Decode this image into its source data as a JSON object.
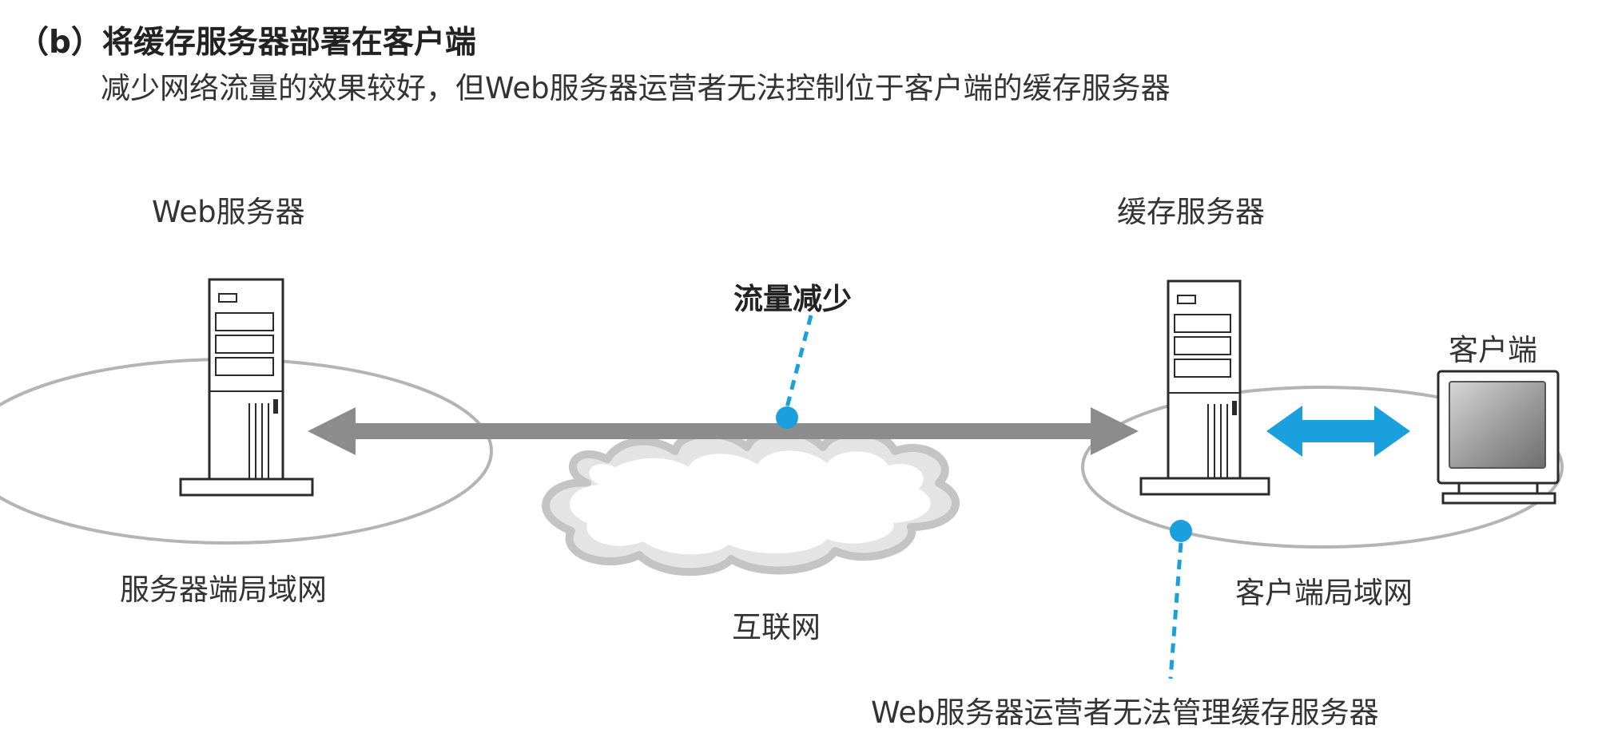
{
  "heading": "（b）将缓存服务器部署在客户端",
  "subheading": "减少网络流量的效果较好，但Web服务器运营者无法控制位于客户端的缓存服务器",
  "labels": {
    "web_server": "Web服务器",
    "cache_server": "缓存服务器",
    "client": "客户端",
    "traffic_reduced": "流量减少",
    "server_lan": "服务器端局域网",
    "client_lan": "客户端局域网",
    "internet": "互联网",
    "cannot_manage": "Web服务器运营者无法管理缓存服务器"
  },
  "colors": {
    "traffic_arrow": "#8c8c8c",
    "client_arrow": "#1aa0dc",
    "callout_dot": "#1aa0dc",
    "lan_outline": "#b4b4b4",
    "cloud": "#d6d6d6"
  },
  "icons": [
    "web-server-tower-icon",
    "cache-server-tower-icon",
    "client-monitor-icon",
    "internet-cloud-icon"
  ]
}
